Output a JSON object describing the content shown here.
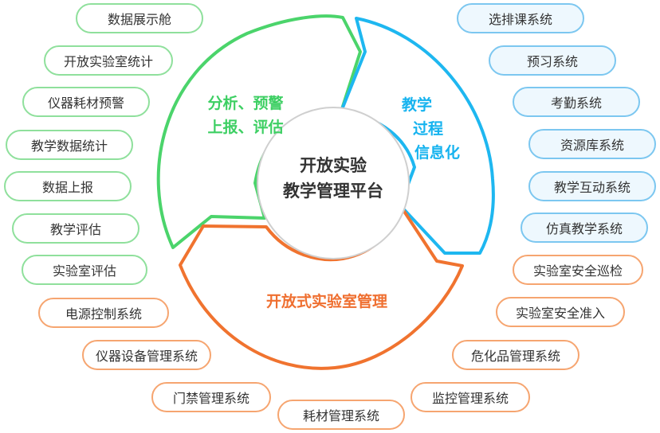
{
  "center": {
    "line1": "开放实验",
    "line2": "教学管理平台"
  },
  "segments": {
    "analysis": {
      "line1": "分析、预警",
      "line2": "上报、评估",
      "color": "#3dcf63"
    },
    "teaching": {
      "line1": "教学",
      "line2": "过程",
      "line3": "信息化",
      "color": "#16b3ef"
    },
    "lab": {
      "label": "开放式实验室管理",
      "color": "#ef6f30"
    }
  },
  "green_items": [
    "数据展示舱",
    "开放实验室统计",
    "仪器耗材预警",
    "教学数据统计",
    "数据上报",
    "教学评估",
    "实验室评估"
  ],
  "blue_items": [
    "选排课系统",
    "预习系统",
    "考勤系统",
    "资源库系统",
    "教学互动系统",
    "仿真教学系统"
  ],
  "orange_items": [
    "实验室安全巡检",
    "实验室安全准入",
    "危化品管理系统",
    "监控管理系统",
    "耗材管理系统",
    "门禁管理系统",
    "仪器设备管理系统",
    "电源控制系统"
  ]
}
